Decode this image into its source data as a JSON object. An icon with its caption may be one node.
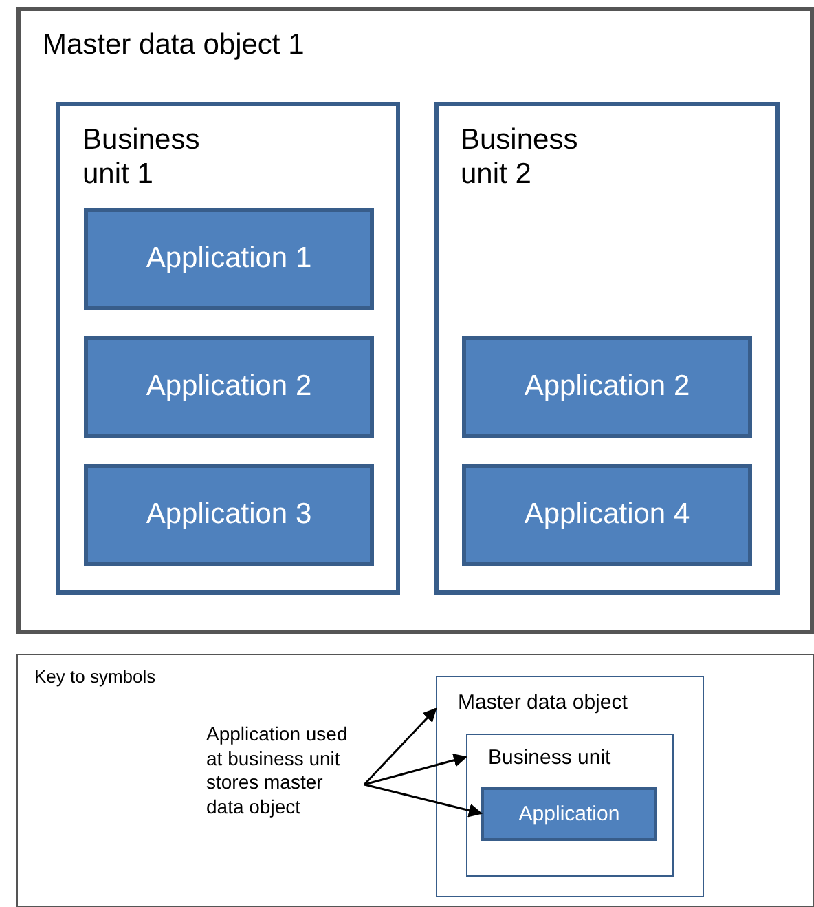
{
  "diagram": {
    "nodes": [
      {
        "text": [
          "Master data object 1"
        ]
      },
      {
        "text": [
          "Business unit 1"
        ],
        "in": 0
      },
      {
        "text": [
          "Application 1"
        ],
        "in": 1
      },
      {
        "text": [
          "Application 2"
        ],
        "in": 1
      },
      {
        "text": [
          "Application 3"
        ],
        "in": 1
      },
      {
        "text": [
          "Business unit 2"
        ],
        "in": 0
      },
      {
        "text": [
          "Application 2"
        ],
        "in": 5
      },
      {
        "text": [
          "Application 4"
        ],
        "in": 5
      },
      {
        "text": [
          "Key to symbols"
        ]
      },
      {
        "text": [
          "Application used at business unit stores master data object"
        ],
        "in": 8
      },
      {
        "text": [
          "Master data object"
        ],
        "in": 8
      },
      {
        "text": [
          "Business unit"
        ],
        "in": 10
      },
      {
        "text": [
          "Application"
        ],
        "in": 11
      }
    ],
    "edges": [
      {
        "from": 9,
        "to": 10,
        "arrow": "to"
      },
      {
        "from": 9,
        "to": 11,
        "arrow": "to"
      },
      {
        "from": 9,
        "to": 12,
        "arrow": "to"
      }
    ]
  }
}
